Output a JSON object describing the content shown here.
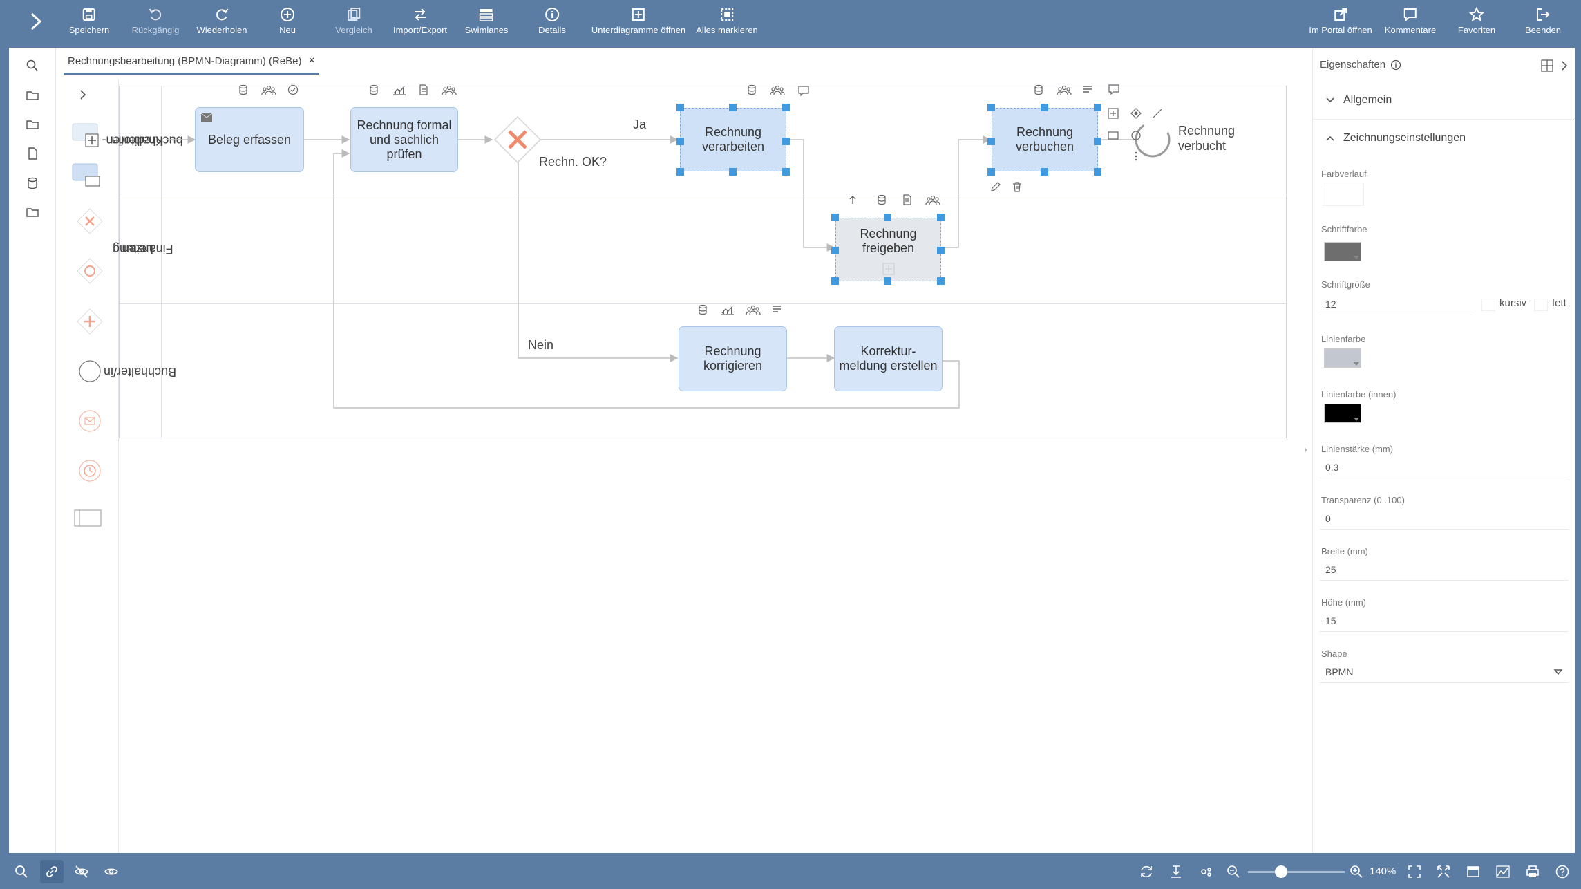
{
  "toolbar": {
    "items": [
      {
        "label": "Speichern",
        "icon": "save-icon"
      },
      {
        "label": "Rückgängig",
        "icon": "undo-icon"
      },
      {
        "label": "Wiederholen",
        "icon": "redo-icon"
      },
      {
        "label": "Neu",
        "icon": "plus-circle-icon"
      },
      {
        "label": "Vergleich",
        "icon": "compare-icon"
      },
      {
        "label": "Import/Export",
        "icon": "swap-icon"
      },
      {
        "label": "Swimlanes",
        "icon": "swimlanes-icon"
      },
      {
        "label": "Details",
        "icon": "info-icon"
      },
      {
        "label": "Unterdiagramme öffnen",
        "icon": "subdiagram-icon"
      },
      {
        "label": "Alles markieren",
        "icon": "select-all-icon"
      }
    ],
    "right_items": [
      {
        "label": "Im Portal öffnen",
        "icon": "external-link-icon"
      },
      {
        "label": "Kommentare",
        "icon": "comment-icon"
      },
      {
        "label": "Favoriten",
        "icon": "star-icon"
      },
      {
        "label": "Beenden",
        "icon": "logout-icon"
      }
    ]
  },
  "tab": {
    "title": "Rechnungsbearbeitung (BPMN-Diagramm) (ReBe)",
    "close": "×"
  },
  "lanes": [
    {
      "label_line1": "Kreditoren-",
      "label_line2": "buchhalter/in"
    },
    {
      "label_line1": "Leitung",
      "label_line2": "Finanzen"
    },
    {
      "label_line1": "Buchhalter/in",
      "label_line2": ""
    }
  ],
  "diagram": {
    "tasks": {
      "beleg": "Beleg erfassen",
      "pruefen": "Rechnung formal und sachlich prüfen",
      "verarbeiten": "Rechnung verarbeiten",
      "verbuchen": "Rechnung verbuchen",
      "freigeben": "Rechnung freigeben",
      "korrigieren": "Rechnung korrigieren",
      "korrektur": "Korrektur-meldung erstellen"
    },
    "gateway_label": "Rechn. OK?",
    "flow_yes": "Ja",
    "flow_no": "Nein",
    "end_event_label": "Rechnung verbucht"
  },
  "properties": {
    "title": "Eigenschaften",
    "section_general": "Allgemein",
    "section_drawing": "Zeichnungseinstellungen",
    "gradient_label": "Farbverlauf",
    "font_color_label": "Schriftfarbe",
    "font_color": "#6e6e6e",
    "font_size_label": "Schriftgröße",
    "font_size": "12",
    "italic_label": "kursiv",
    "bold_label": "fett",
    "line_color_label": "Linienfarbe",
    "line_color": "#c3c8d0",
    "inner_line_color_label": "Linienfarbe (innen)",
    "inner_line_color": "#000000",
    "line_width_label": "Linienstärke (mm)",
    "line_width": "0.3",
    "transparency_label": "Transparenz (0..100)",
    "transparency": "0",
    "width_label": "Breite (mm)",
    "width": "25",
    "height_label": "Höhe (mm)",
    "height": "15",
    "shape_label": "Shape",
    "shape": "BPMN"
  },
  "status": {
    "zoom": "140%"
  },
  "colors": {
    "chrome": "#5b7ca3",
    "task_fill": "#d6e6f8",
    "handle": "#3f9ae0",
    "gateway_x": "#f08a6c"
  }
}
